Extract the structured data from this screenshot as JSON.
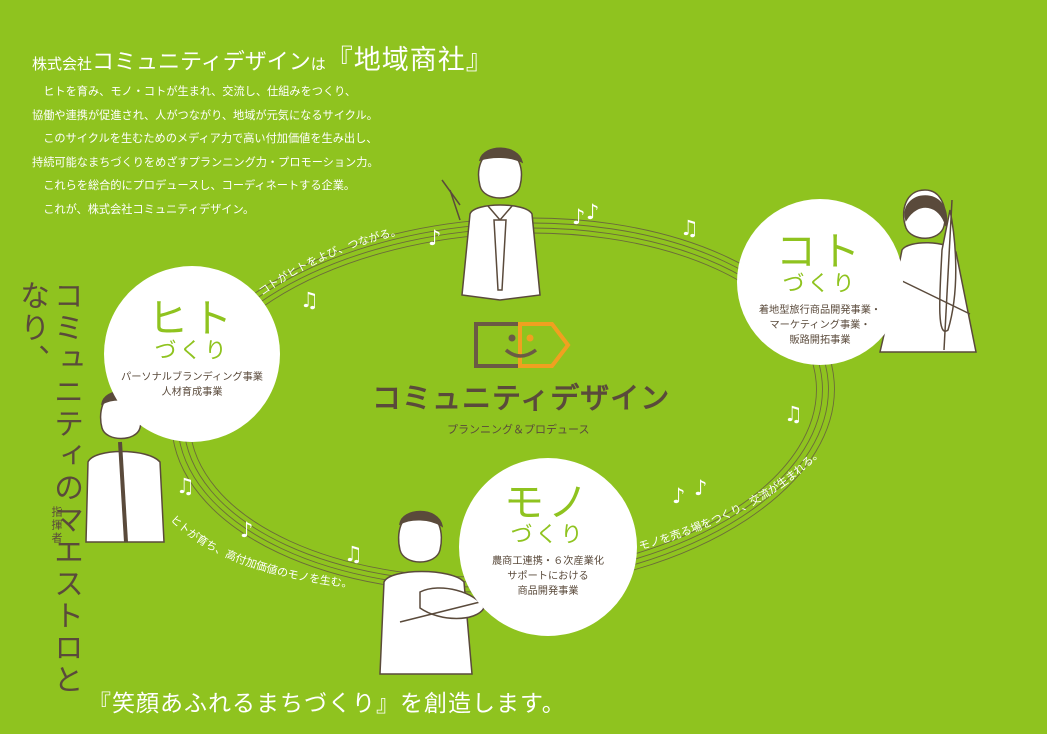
{
  "header": {
    "title_prefix": "株式会社",
    "title_company": "コミュニティデザイン",
    "title_particle": "は",
    "title_main": "『地域商社』"
  },
  "intro_lines": [
    "　ヒトを育み、モノ・コトが生まれ、交流し、仕組みをつくり、",
    "協働や連携が促進され、人がつながり、地域が元気になるサイクル。",
    "　このサイクルを生むためのメディア力で高い付加価値を生み出し、",
    "持続可能なまちづくりをめざすプランニング力・プロモーション力。",
    "　これらを総合的にプロデュースし、コーディネートする企業。",
    "　これが、株式会社コミュニティデザイン。"
  ],
  "vertical_main": "コミュニティのマエストロとなり、",
  "vertical_small": "指揮者",
  "bottom_text": "『笑顔あふれるまちづくり』を創造します。",
  "logo": {
    "name": "コミュニティデザイン",
    "sub": "プランニング＆プロデュース",
    "color_brown": "#6b5a45",
    "color_orange": "#f0a020"
  },
  "nodes": {
    "hito": {
      "title": "ヒト",
      "sub": "づくり",
      "desc": [
        "パーソナルブランディング事業",
        "人材育成事業"
      ]
    },
    "koto": {
      "title": "コト",
      "sub": "づくり",
      "desc": [
        "着地型旅行商品開発事業・",
        "マーケティング事業・",
        "販路開拓事業"
      ]
    },
    "mono": {
      "title": "モノ",
      "sub": "づくり",
      "desc": [
        "農商工連携・６次産業化",
        "サポートにおける",
        "商品開発事業"
      ]
    }
  },
  "path_labels": {
    "top_left": "コトがヒトをよび、つながる。",
    "bottom_left": "ヒトが育ち、高付加価値のモノを生む。",
    "bottom_right": "モノを売る場をつくり、交流が生まれる。"
  },
  "note_glyph": "♫",
  "note_glyph_single": "♪",
  "colors": {
    "background": "#8fc31f",
    "accent_green": "#8fc31f",
    "text_brown": "#5a4a3b",
    "staff_line": "#6b6b3a",
    "white": "#ffffff"
  },
  "icons": [
    "conductor-illustration",
    "cellist-illustration",
    "violinist-illustration",
    "clarinetist-illustration",
    "music-note-icon",
    "smiley-logo-icon"
  ]
}
